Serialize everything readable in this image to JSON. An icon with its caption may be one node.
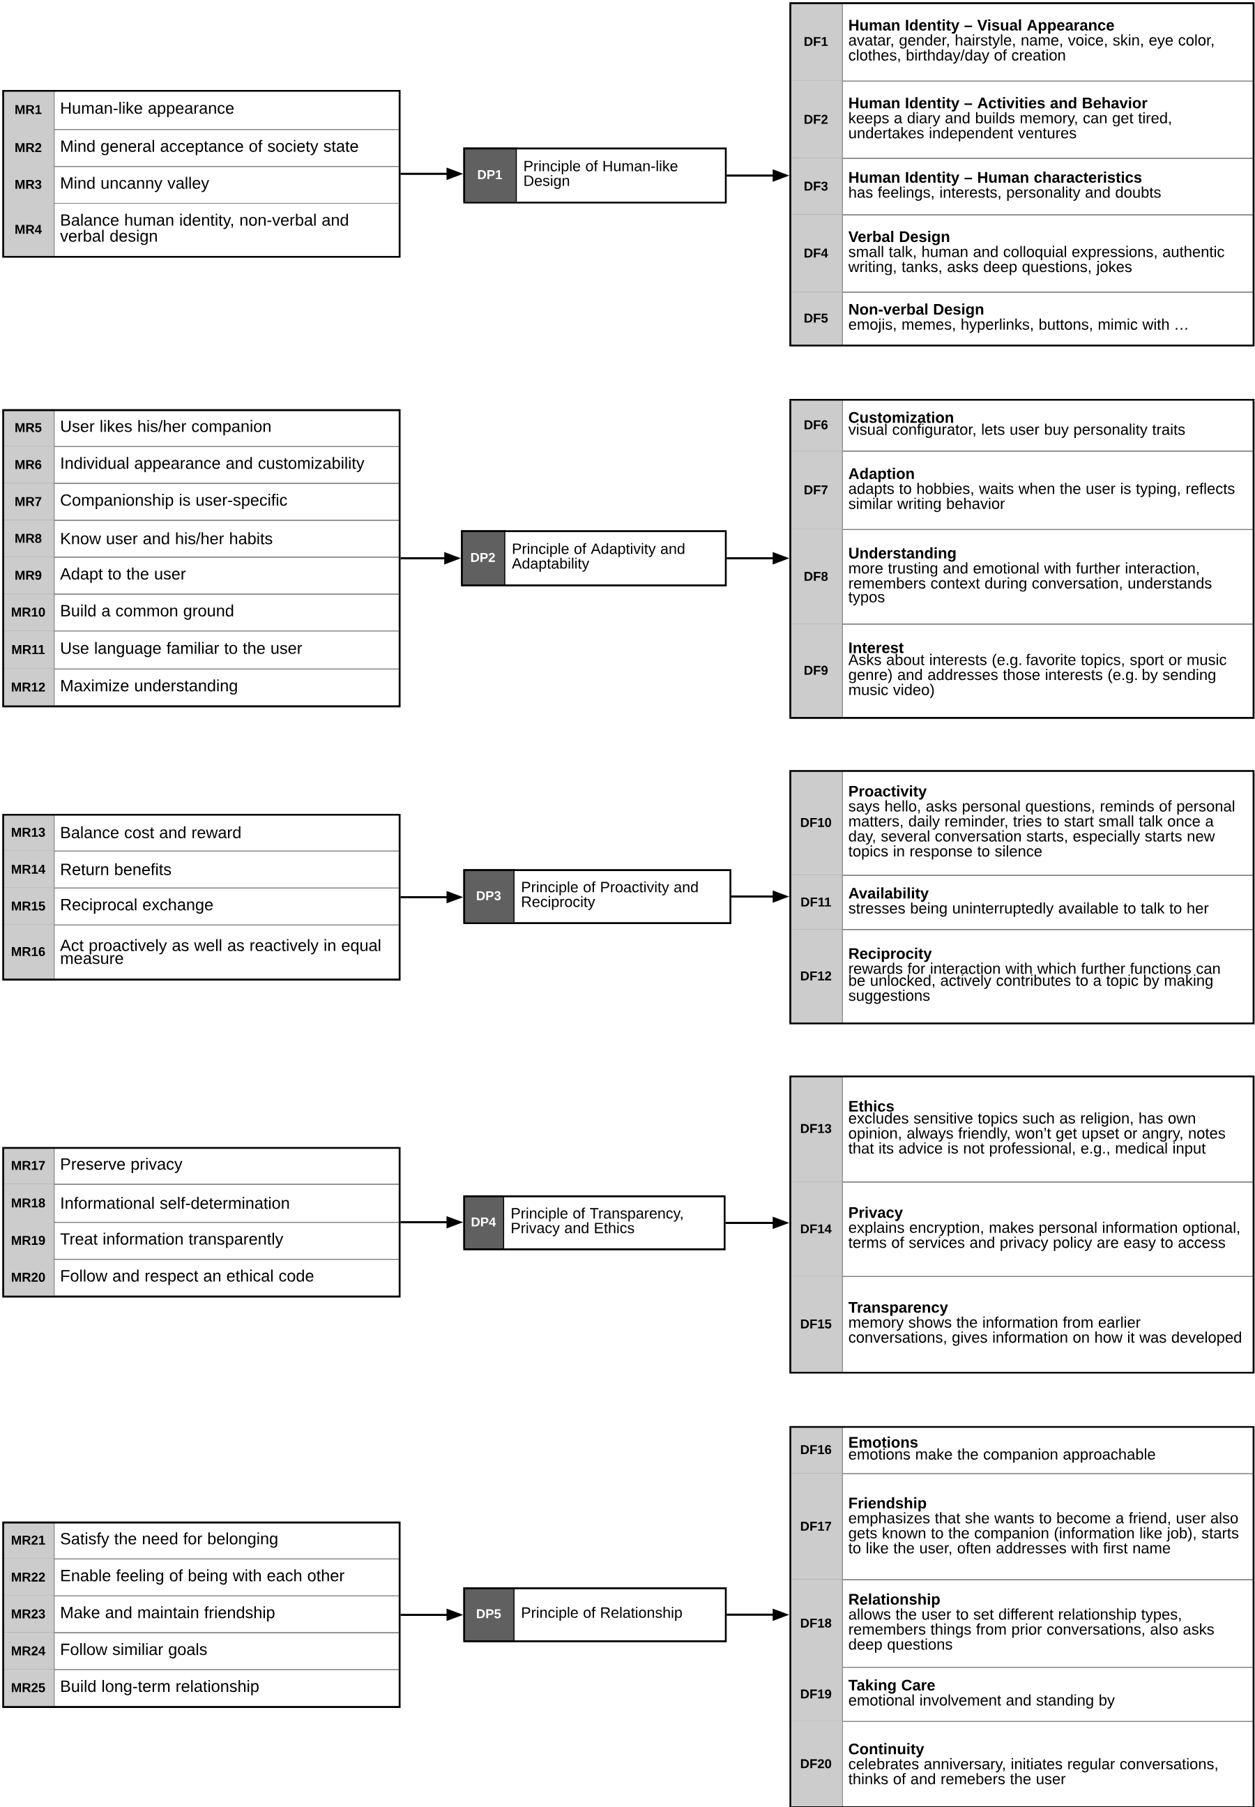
{
  "diagram": {
    "nodes": [
      {
        "text": [],
        "shape": "box"
      },
      {
        "text": [
          "MR1",
          "Human-like appearance"
        ],
        "in": 0
      },
      {
        "text": [
          "MR2",
          "Mind general acceptance of society state"
        ],
        "in": 0
      },
      {
        "text": [
          "MR3",
          "Mind uncanny valley"
        ],
        "in": 0
      },
      {
        "text": [
          "MR4",
          "Balance human identity, non-verbal and verbal design"
        ],
        "in": 0
      },
      {
        "text": [
          "DP1",
          "Principle of Human-like Design"
        ]
      },
      {
        "text": [],
        "shape": "box"
      },
      {
        "text": [
          "DF1",
          "Human Identity – Visual Appearance",
          "avatar, gender, hairstyle, name, voice, skin, eye color, clothes, birthday/day of creation"
        ],
        "in": 6
      },
      {
        "text": [
          "DF2",
          "Human Identity – Activities and Behavior",
          "keeps a diary and builds memory, can get tired, undertakes independent ventures"
        ],
        "in": 6
      },
      {
        "text": [
          "DF3",
          "Human Identity – Human characteristics",
          "has feelings, interests, personality and doubts"
        ],
        "in": 6
      },
      {
        "text": [
          "DF4",
          "Verbal Design",
          "small talk, human and colloquial expressions, authentic writing, tanks, asks deep questions, jokes"
        ],
        "in": 6
      },
      {
        "text": [
          "DF5",
          "Non-verbal Design",
          "emojis, memes, hyperlinks, buttons, mimic with *…*"
        ],
        "in": 6
      },
      {
        "text": [],
        "shape": "box"
      },
      {
        "text": [
          "MR5",
          "User likes his/her companion"
        ],
        "in": 12
      },
      {
        "text": [
          "MR6",
          "Individual appearance and customizability"
        ],
        "in": 12
      },
      {
        "text": [
          "MR7",
          "Companionship is user-specific"
        ],
        "in": 12
      },
      {
        "text": [
          "MR8",
          "Know user and his/her habits"
        ],
        "in": 12
      },
      {
        "text": [
          "MR9",
          "Adapt to the user"
        ],
        "in": 12
      },
      {
        "text": [
          "MR10",
          "Build a common ground"
        ],
        "in": 12
      },
      {
        "text": [
          "MR11",
          "Use language familiar to the user"
        ],
        "in": 12
      },
      {
        "text": [
          "MR12",
          "Maximize understanding"
        ],
        "in": 12
      },
      {
        "text": [
          "DP2",
          "Principle of Adaptivity and Adaptability"
        ]
      },
      {
        "text": [],
        "shape": "box"
      },
      {
        "text": [
          "DF6",
          "Customization",
          "visual configurator, lets user buy personality traits"
        ],
        "in": 22
      },
      {
        "text": [
          "DF7",
          "Adaption",
          "adapts to hobbies, waits when the user is typing, reflects similar writing behavior"
        ],
        "in": 22
      },
      {
        "text": [
          "DF8",
          "Understanding",
          "more trusting and emotional with further interaction, remembers context during conversation, understands typos"
        ],
        "in": 22
      },
      {
        "text": [
          "DF9",
          "Interest",
          "Asks about interests (e.g. favorite topics, sport or music genre) and addresses those interests (e.g. by sending music video)"
        ],
        "in": 22
      },
      {
        "text": [],
        "shape": "box"
      },
      {
        "text": [
          "MR13",
          "Balance cost and reward"
        ],
        "in": 27
      },
      {
        "text": [
          "MR14",
          "Return benefits"
        ],
        "in": 27
      },
      {
        "text": [
          "MR15",
          "Reciprocal exchange"
        ],
        "in": 27
      },
      {
        "text": [
          "MR16",
          "Act proactively as well as reactively in equal measure"
        ],
        "in": 27
      },
      {
        "text": [
          "DP3",
          "Principle of Proactivity and Reciprocity"
        ]
      },
      {
        "text": [],
        "shape": "box"
      },
      {
        "text": [
          "DF10",
          "Proactivity",
          "says hello, asks personal questions, reminds of personal matters, daily reminder, tries to start small talk once a day, several conversation starts, especially starts new topics in response to silence"
        ],
        "in": 33
      },
      {
        "text": [
          "DF11",
          "Availability",
          "stresses being uninterruptedly available to talk to her"
        ],
        "in": 33
      },
      {
        "text": [
          "DF12",
          "Reciprocity",
          "rewards for interaction with which further functions can be unlocked, actively contributes to a topic by making suggestions"
        ],
        "in": 33
      },
      {
        "text": [],
        "shape": "box"
      },
      {
        "text": [
          "MR17",
          "Preserve privacy"
        ],
        "in": 37
      },
      {
        "text": [
          "MR18",
          "Informational self-determination"
        ],
        "in": 37
      },
      {
        "text": [
          "MR19",
          "Treat information transparently"
        ],
        "in": 37
      },
      {
        "text": [
          "MR20",
          "Follow and respect an ethical code"
        ],
        "in": 37
      },
      {
        "text": [
          "DP4",
          "Principle of Transparency, Privacy and Ethics"
        ]
      },
      {
        "text": [],
        "shape": "box"
      },
      {
        "text": [
          "DF13",
          "Ethics",
          "excludes sensitive topics such as religion, has own opinion, always friendly, won’t get upset or angry, notes that its advice is not professional, e.g., medical input"
        ],
        "in": 43
      },
      {
        "text": [
          "DF14",
          "Privacy",
          "explains encryption, makes personal information optional, terms of services and privacy policy are easy to access"
        ],
        "in": 43
      },
      {
        "text": [
          "DF15",
          "Transparency",
          "memory shows the information from earlier conversations, gives information on how it was developed"
        ],
        "in": 43
      },
      {
        "text": [],
        "shape": "box"
      },
      {
        "text": [
          "MR21",
          "Satisfy the need for belonging"
        ],
        "in": 47
      },
      {
        "text": [
          "MR22",
          "Enable feeling of being with each other"
        ],
        "in": 47
      },
      {
        "text": [
          "MR23",
          "Make and maintain friendship"
        ],
        "in": 47
      },
      {
        "text": [
          "MR24",
          "Follow similiar goals"
        ],
        "in": 47
      },
      {
        "text": [
          "MR25",
          "Build long-term relationship"
        ],
        "in": 47
      },
      {
        "text": [
          "DP5",
          "Principle of Relationship"
        ]
      },
      {
        "text": [],
        "shape": "box"
      },
      {
        "text": [
          "DF16",
          "Emotions",
          "emotions make the companion approachable"
        ],
        "in": 54
      },
      {
        "text": [
          "DF17",
          "Friendship",
          "emphasizes that she wants to become a friend, user also gets known to the companion (information like job), starts to like the user, often addresses with first name"
        ],
        "in": 54
      },
      {
        "text": [
          "DF18",
          "Relationship",
          "allows the user to set different relationship types, remembers things from prior conversations, also asks deep questions"
        ],
        "in": 54
      },
      {
        "text": [
          "DF19",
          "Taking Care",
          "emotional involvement and standing by"
        ],
        "in": 54
      },
      {
        "text": [
          "DF20",
          "Continuity",
          "celebrates anniversary, initiates regular conversations, thinks of and remebers the user"
        ],
        "in": 54
      }
    ],
    "edges": [
      {
        "from": 0,
        "to": 5,
        "arrow": "to"
      },
      {
        "from": 5,
        "to": 6,
        "arrow": "to"
      },
      {
        "from": 12,
        "to": 21,
        "arrow": "to"
      },
      {
        "from": 21,
        "to": 22,
        "arrow": "to"
      },
      {
        "from": 27,
        "to": 32,
        "arrow": "to"
      },
      {
        "from": 32,
        "to": 33,
        "arrow": "to"
      },
      {
        "from": 37,
        "to": 42,
        "arrow": "to"
      },
      {
        "from": 42,
        "to": 43,
        "arrow": "to"
      },
      {
        "from": 47,
        "to": 53,
        "arrow": "to"
      },
      {
        "from": 53,
        "to": 54,
        "arrow": "to"
      }
    ]
  }
}
